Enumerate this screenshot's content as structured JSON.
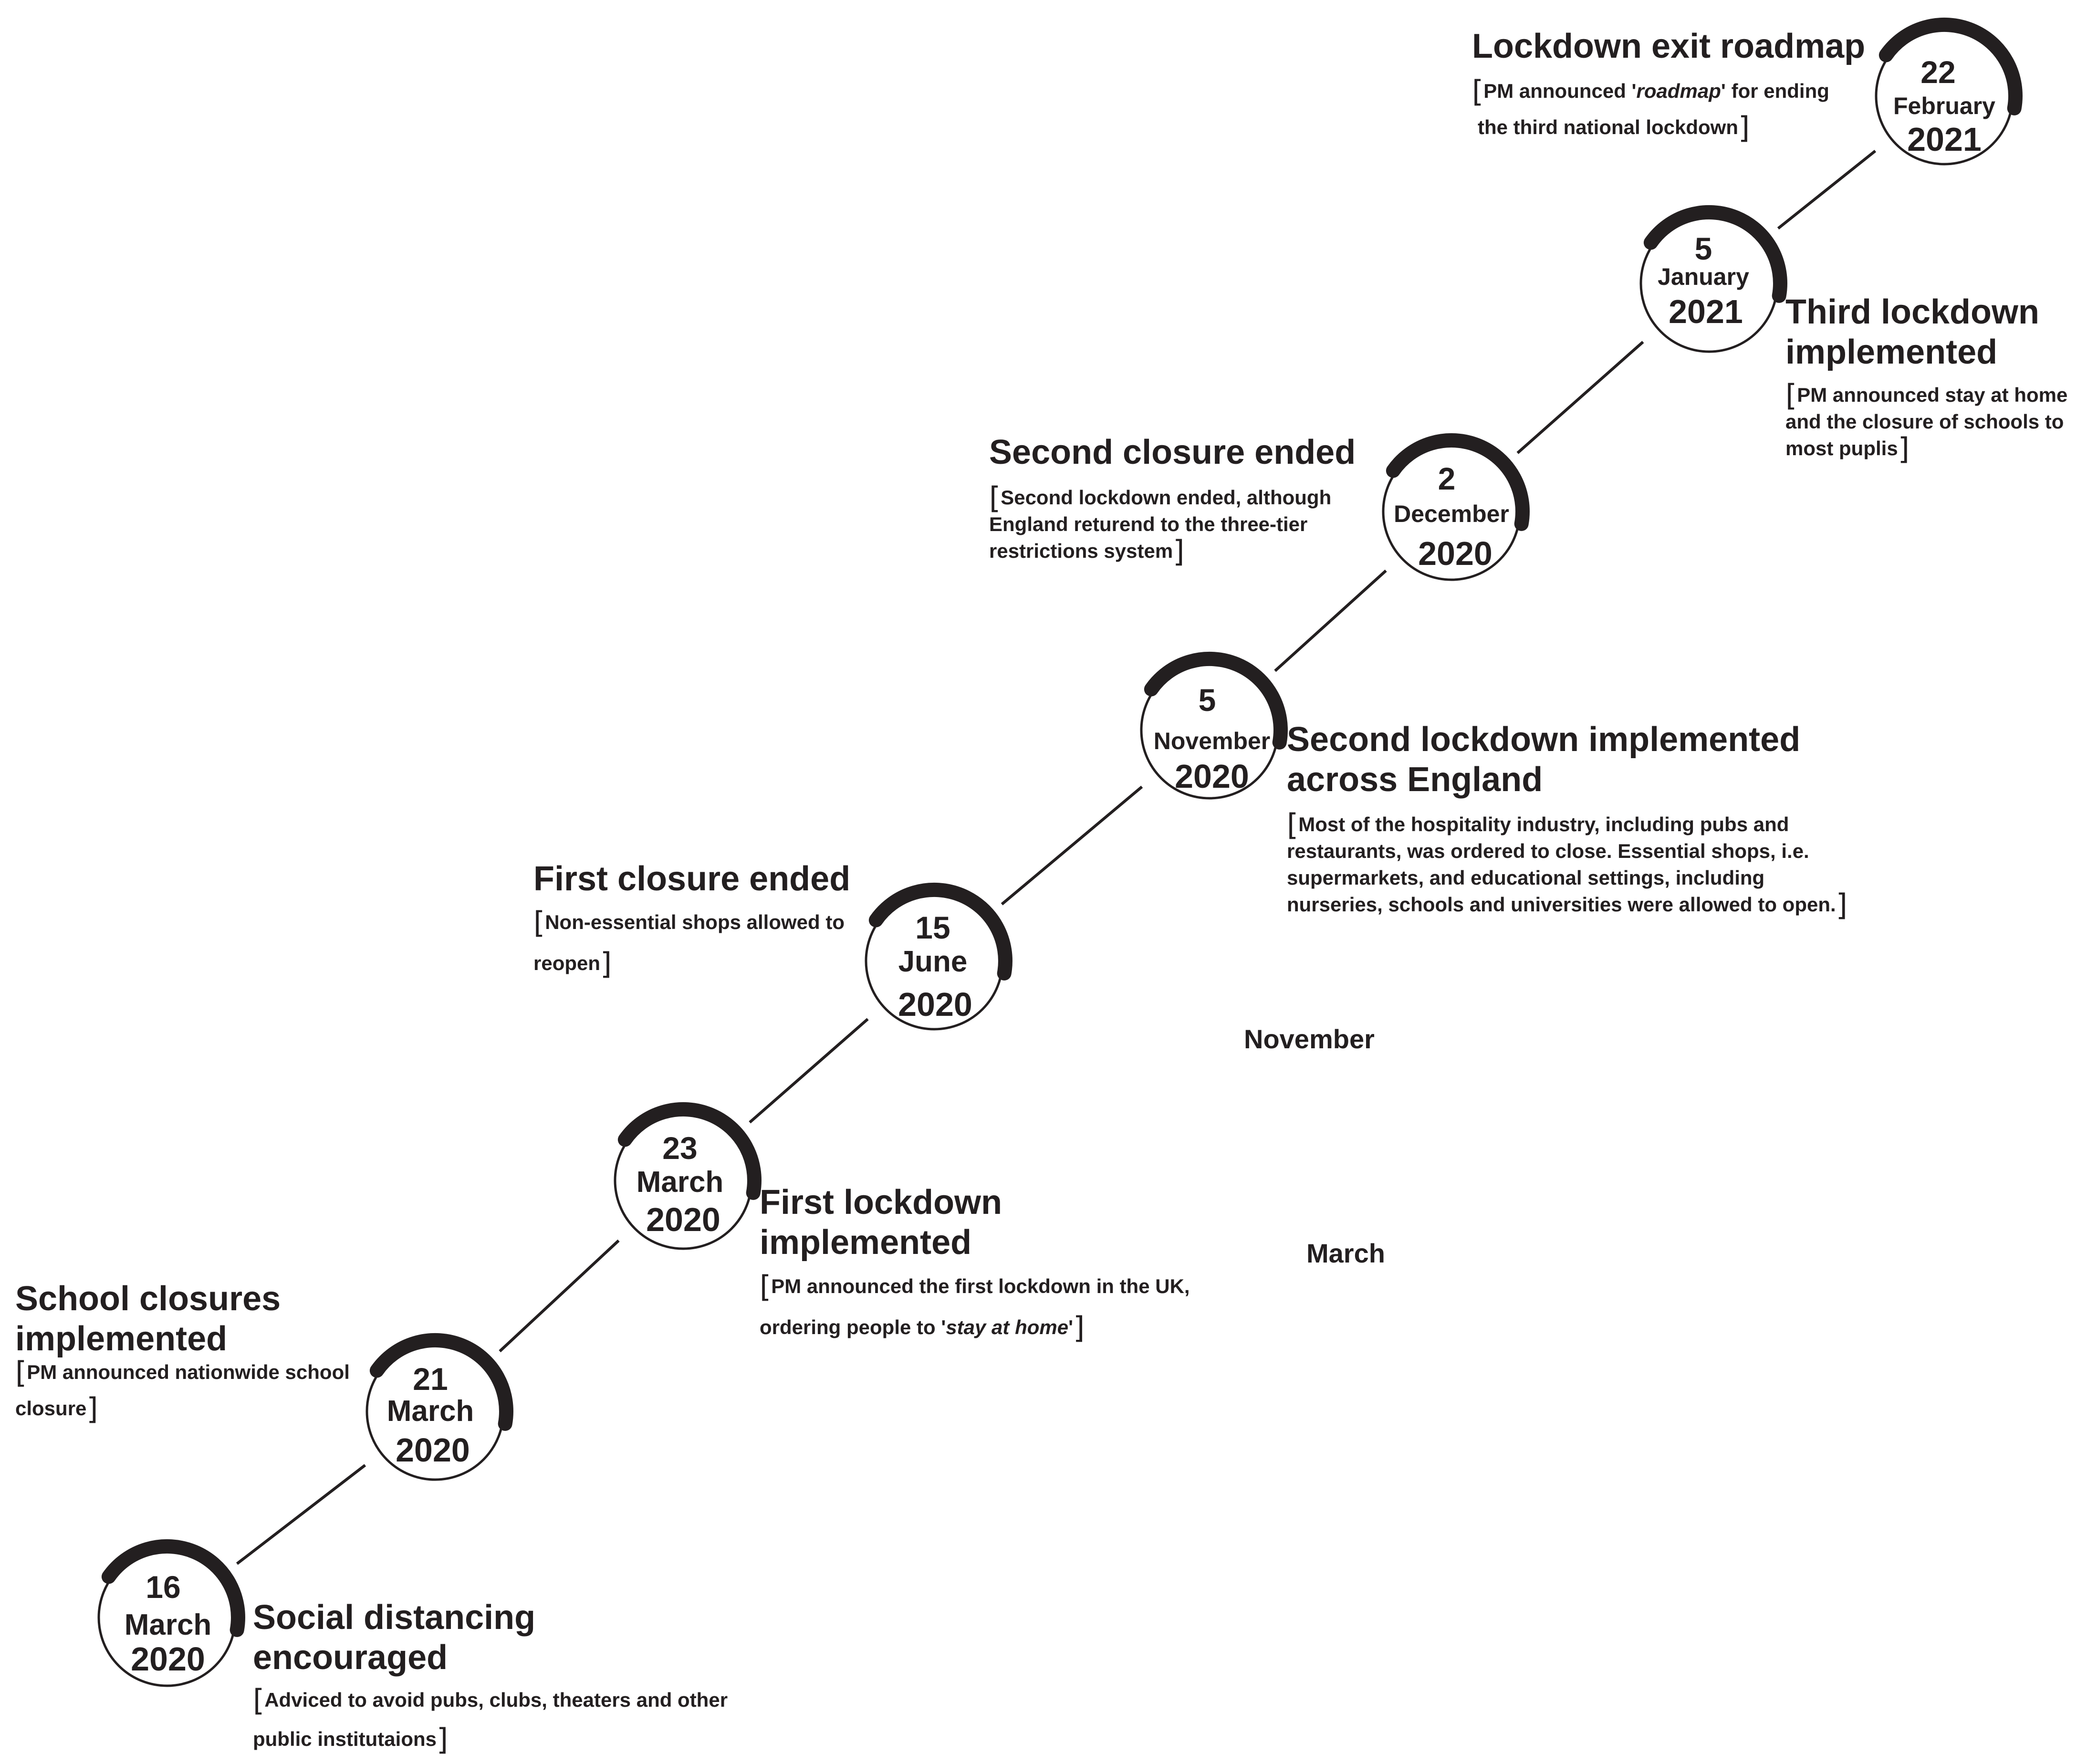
{
  "milestones": [
    {
      "day": "16",
      "month": "March",
      "year": "2020",
      "title_lines": [
        "Social distancing",
        "encouraged"
      ],
      "desc": [
        "Adviced to avoid pubs, clubs, theaters and other",
        "public institutaions"
      ]
    },
    {
      "day": "21",
      "month": "March",
      "year": "2020",
      "title_lines": [
        "School closures",
        "implemented"
      ],
      "desc": [
        "PM announced nationwide school",
        "closure"
      ]
    },
    {
      "day": "23",
      "month": "March",
      "year": "2020",
      "title_lines": [
        "First lockdown",
        "implemented"
      ],
      "desc_pre": "PM announced the first lockdown in the UK,",
      "desc_line2_pre": "ordering people to '",
      "desc_italic": "stay at home",
      "desc_line2_post": "'"
    },
    {
      "day": "15",
      "month": "June",
      "year": "2020",
      "title_lines": [
        "First closure ended"
      ],
      "desc": [
        "Non-essential shops allowed to",
        "reopen"
      ]
    },
    {
      "day": "5",
      "month": "November",
      "year": "2020",
      "title_lines": [
        "Second lockdown implemented",
        "across England"
      ],
      "desc": [
        "Most of the hospitality industry, including pubs and",
        "restaurants, was ordered to close. Essential shops, i.e.",
        "supermarkets, and educational settings, including",
        "nurseries, schools and universities were allowed to open."
      ]
    },
    {
      "day": "2",
      "month": "December",
      "year": "2020",
      "title_lines": [
        "Second closure ended"
      ],
      "desc": [
        "Second lockdown ended, although",
        "England returend to the three-tier",
        "restrictions system"
      ]
    },
    {
      "day": "5",
      "month": "January",
      "year": "2021",
      "title_lines": [
        "Third lockdown",
        "implemented"
      ],
      "desc": [
        "PM announced stay at home",
        "and the closure of schools to",
        "most puplis"
      ]
    },
    {
      "day": "22",
      "month": "February",
      "year": "2021",
      "title_lines": [
        "Lockdown exit roadmap"
      ],
      "desc_pre": "PM announced '",
      "desc_italic": "roadmap",
      "desc_post": "' for ending",
      "desc_line2": "the third national lockdown"
    }
  ],
  "stray_labels": {
    "november": "November",
    "march": "March"
  },
  "colors": {
    "ink": "#231f20",
    "background": "#ffffff"
  }
}
